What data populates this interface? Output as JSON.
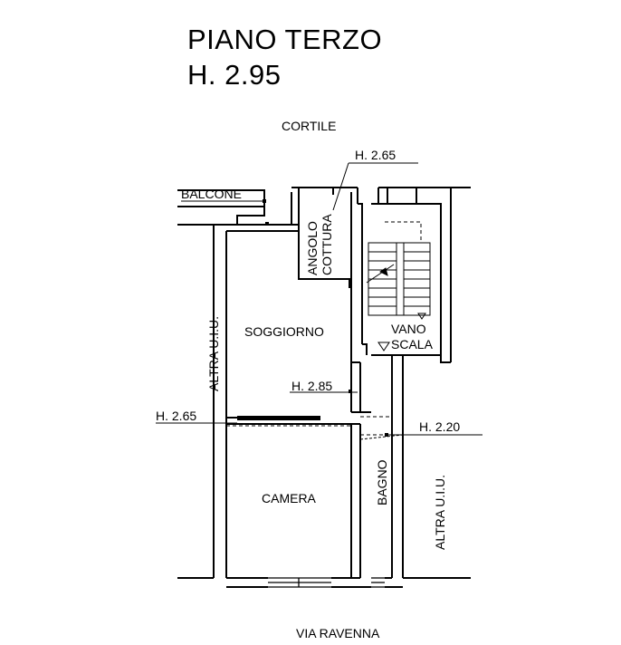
{
  "header": {
    "floor": "PIANO TERZO",
    "height": "H. 2.95"
  },
  "plan": {
    "cortile": "CORTILE",
    "balcone": "BALCONE",
    "angolo_line1": "ANGOLO",
    "angolo_line2": "COTTURA",
    "h_angolo": "H. 2.65",
    "soggiorno": "SOGGIORNO",
    "vano_line1": "VANO",
    "vano_line2": "SCALA",
    "h_285": "H. 2.85",
    "h_265": "H. 2.65",
    "h_220": "H. 2.20",
    "camera": "CAMERA",
    "bagno": "BAGNO",
    "altra_left": "ALTRA U.I.U.",
    "altra_right": "ALTRA U.I.U.",
    "via": "VIA RAVENNA"
  }
}
